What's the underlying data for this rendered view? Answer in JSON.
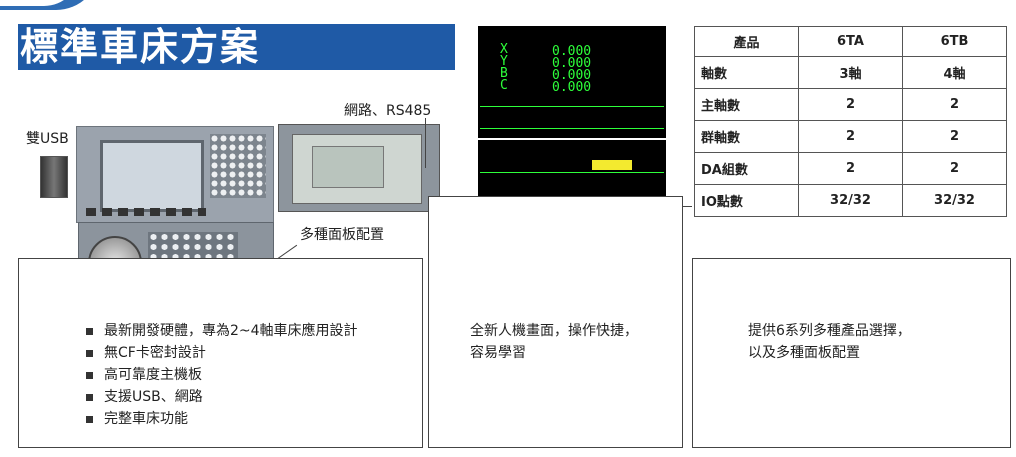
{
  "title": "標準車床方案",
  "labels": {
    "usb": "雙USB",
    "network": "網路、RS485",
    "panel_config": "多種面板配置"
  },
  "features": [
    "最新開發硬體，專為2~4軸車床應用設計",
    "無CF卡密封設計",
    "高可靠度主機板",
    "支援USB、網路",
    "完整車床功能"
  ],
  "interface": {
    "line1": "全新人機畫面，操作快捷，",
    "line2": "容易學習"
  },
  "products": {
    "line1": "提供6系列多種產品選擇，",
    "line2": "以及多種面板配置"
  },
  "screen": {
    "axes": [
      "X",
      "Y",
      "B",
      "C"
    ],
    "values": [
      "0.000",
      "0.000",
      "0.000",
      "0.000"
    ]
  },
  "spec_table": {
    "headers": [
      "產品",
      "6TA",
      "6TB"
    ],
    "rows": [
      [
        "軸數",
        "3軸",
        "4軸"
      ],
      [
        "主軸數",
        "2",
        "2"
      ],
      [
        "群軸數",
        "2",
        "2"
      ],
      [
        "DA組數",
        "2",
        "2"
      ],
      [
        "IO點數",
        "32/32",
        "32/32"
      ]
    ]
  },
  "colors": {
    "title_bg": "#1f5aa6",
    "screen_text": "#2dff3a",
    "estop": "#c31f1f"
  }
}
